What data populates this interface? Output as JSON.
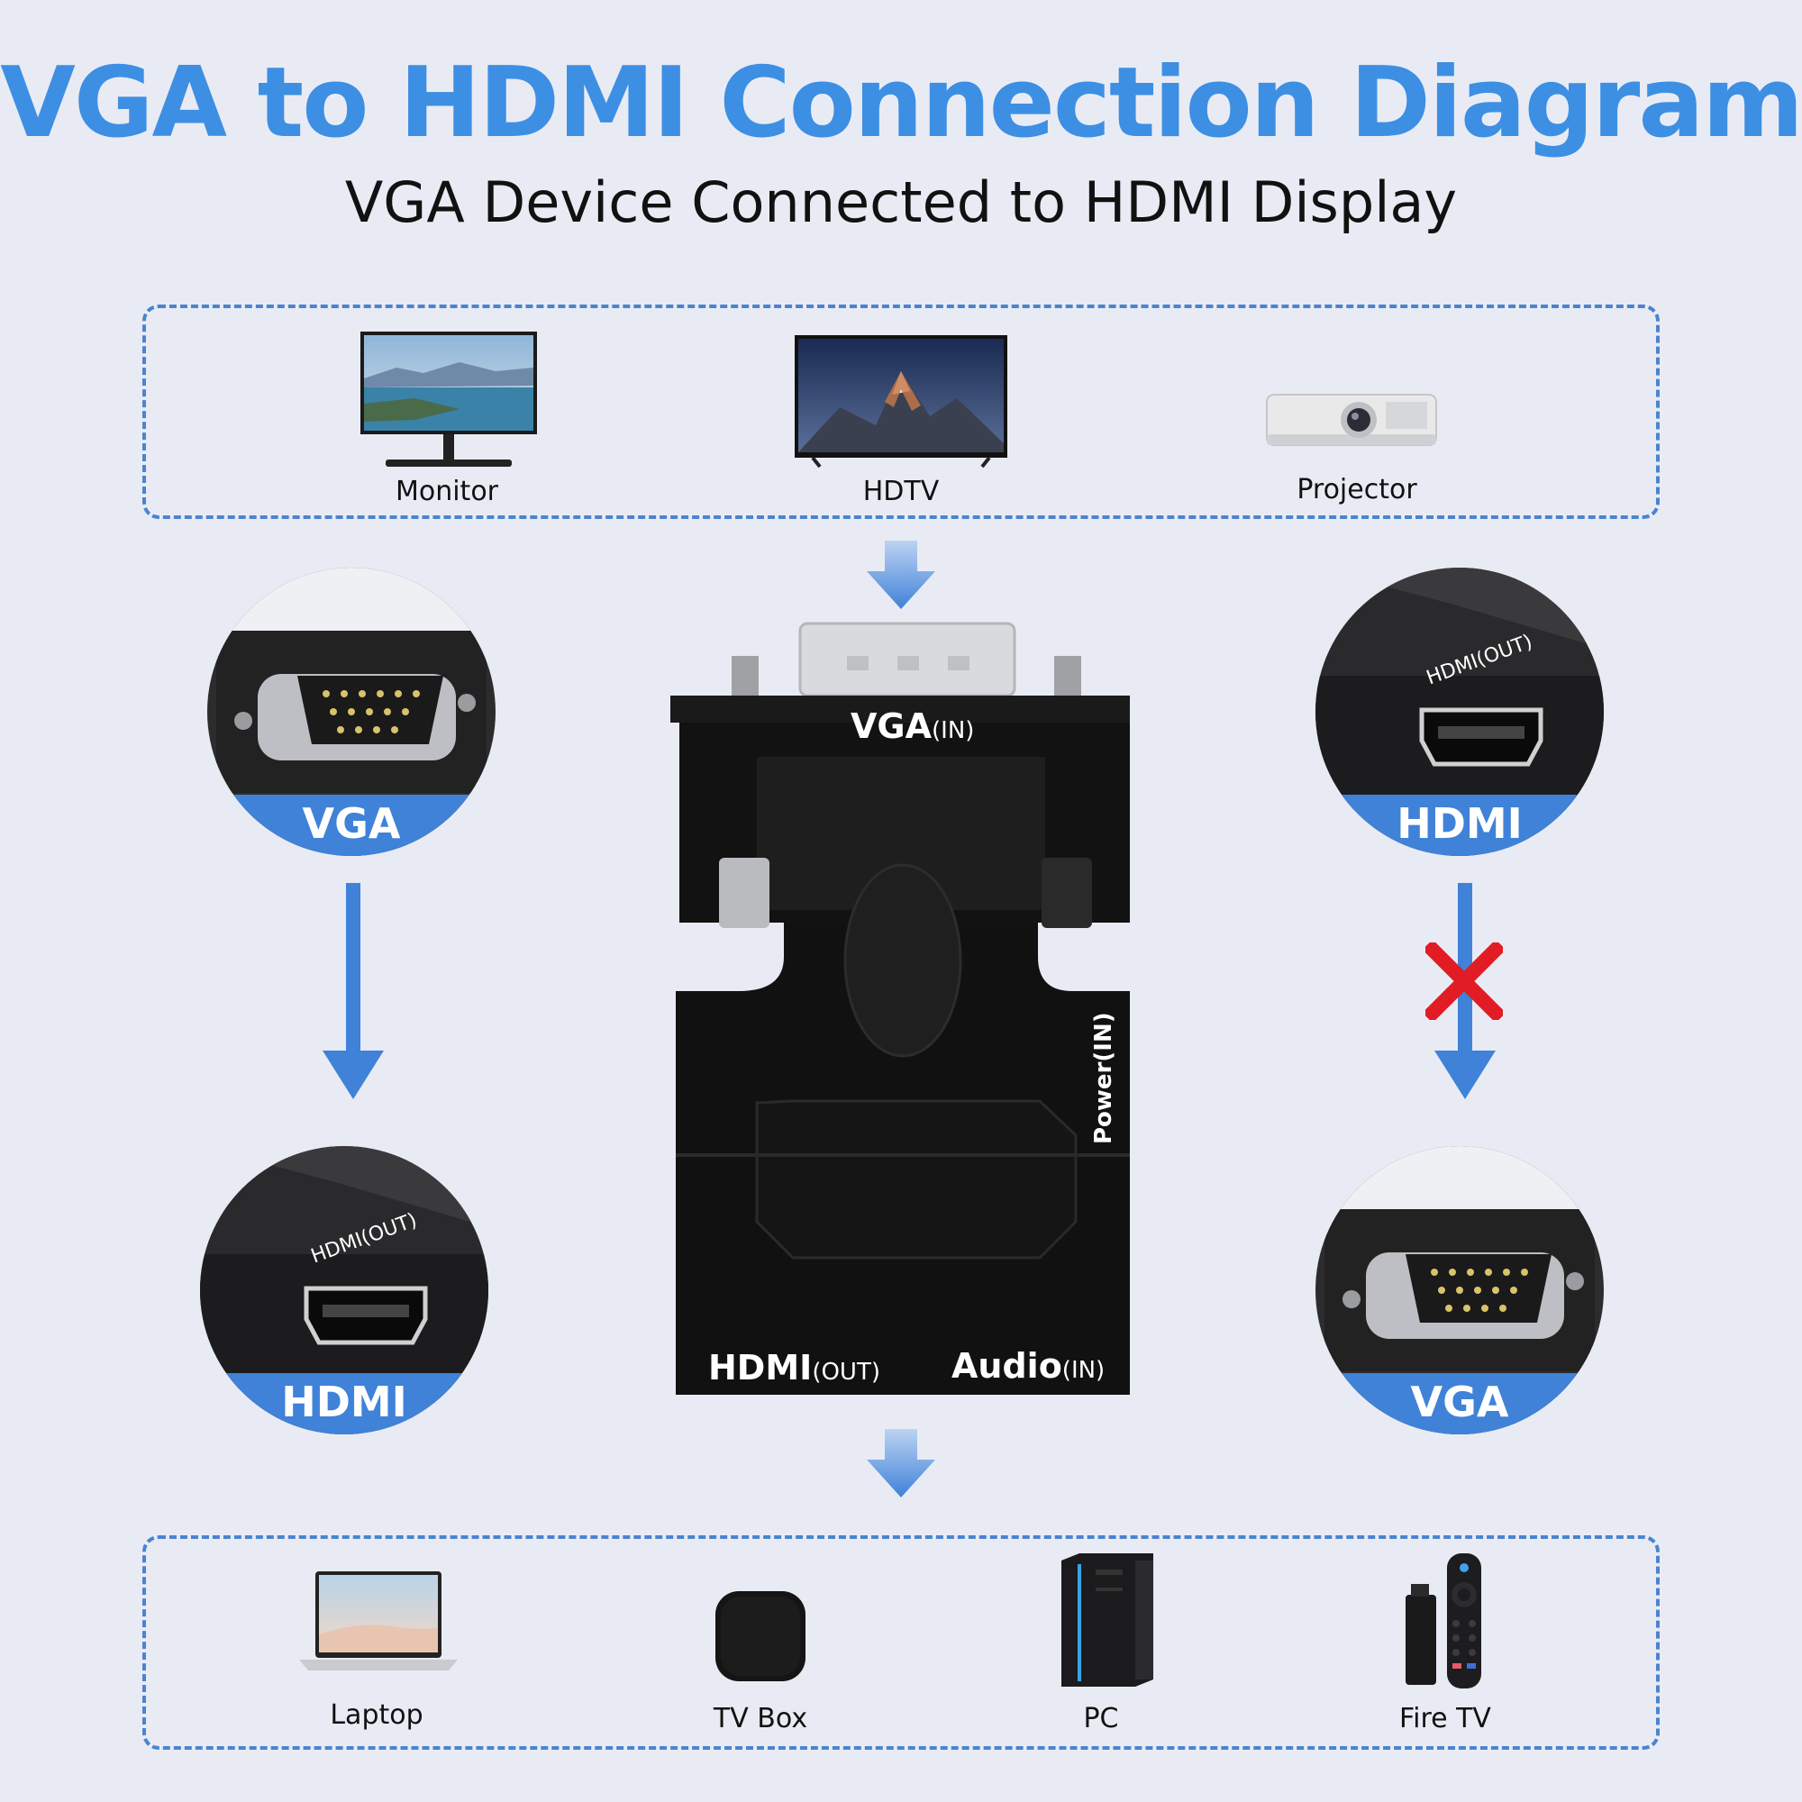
{
  "header": {
    "title": "VGA to HDMI Connection Diagram",
    "subtitle": "VGA Device Connected to HDMI Display"
  },
  "top_devices": [
    {
      "label": "Monitor",
      "icon": "monitor-icon"
    },
    {
      "label": "HDTV",
      "icon": "tv-icon"
    },
    {
      "label": "Projector",
      "icon": "projector-icon"
    }
  ],
  "bottom_devices": [
    {
      "label": "Laptop",
      "icon": "laptop-icon"
    },
    {
      "label": "TV Box",
      "icon": "tv-box-icon"
    },
    {
      "label": "PC",
      "icon": "pc-icon"
    },
    {
      "label": "Fire TV",
      "icon": "fire-tv-icon"
    }
  ],
  "left_flow": {
    "top_label": "VGA",
    "top_port_text": "",
    "bottom_label": "HDMI",
    "bottom_port_text": "HDMI(OUT)"
  },
  "right_flow": {
    "top_label": "HDMI",
    "top_port_text": "HDMI(OUT)",
    "bottom_label": "VGA",
    "blocked_mark": "×"
  },
  "adapter": {
    "vga_main": "VGA",
    "vga_sub": "(IN)",
    "hdmi_main": "HDMI",
    "hdmi_sub": "(OUT)",
    "audio_main": "Audio",
    "audio_sub": "(IN)",
    "power_label": "Power(IN)"
  },
  "colors": {
    "title": "#3d8fe3",
    "accent": "#3f82d8",
    "cross": "#e21c24",
    "background": "#e9ebf4"
  }
}
